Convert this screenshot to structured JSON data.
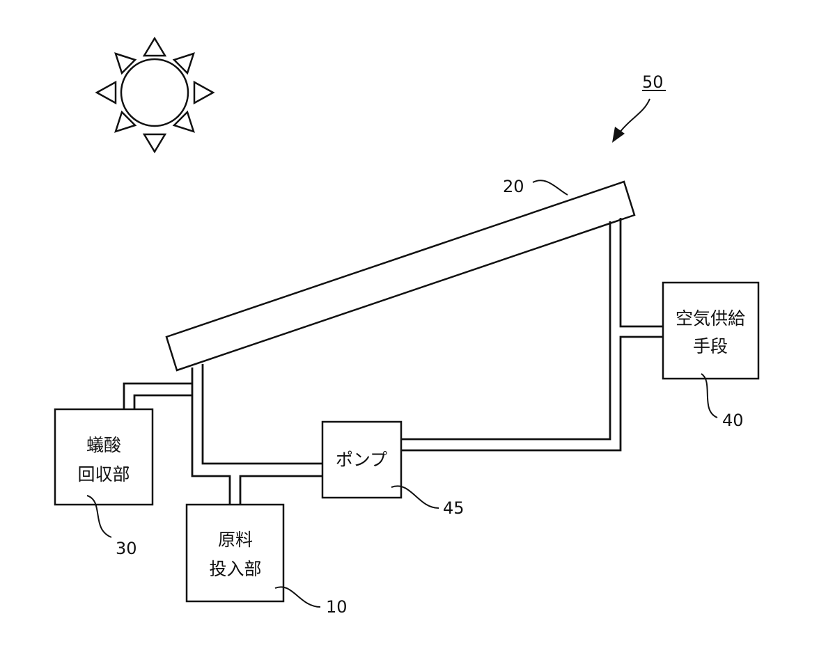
{
  "figure": {
    "system_ref": "50",
    "collector": {
      "ref": "20"
    },
    "units": [
      {
        "id": "formic_recovery",
        "ref": "30",
        "label_lines": [
          "蟻酸",
          "回収部"
        ]
      },
      {
        "id": "feed",
        "ref": "10",
        "label_lines": [
          "原料",
          "投入部"
        ]
      },
      {
        "id": "pump",
        "ref": "45",
        "label_lines": [
          "ポンプ"
        ]
      },
      {
        "id": "air_supply",
        "ref": "40",
        "label_lines": [
          "空気供給",
          "手段"
        ]
      }
    ]
  }
}
